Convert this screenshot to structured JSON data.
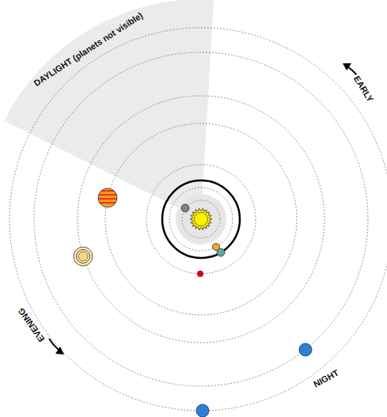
{
  "diagram": {
    "labels": [
      "DAYLIGHT (planets not visible)",
      "EARLY",
      "EVENING",
      "NIGHT"
    ]
  }
}
